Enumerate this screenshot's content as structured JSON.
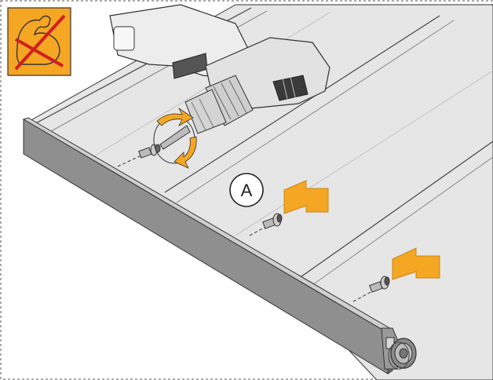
{
  "callout": {
    "label": "A"
  },
  "colors": {
    "accent": "#f5a623",
    "icon_bg": "#f5a623",
    "prohibition_red": "#d11f1f",
    "panel": "#e4e4e4",
    "panel_dark": "#b9b9b9",
    "front_bar": "#8f8f8f",
    "drill_body": "#e8e8e8",
    "drill_dark": "#3a3a3a"
  },
  "icons": {
    "warning_icon": "no-strength-icon",
    "arrows": [
      "orange-arrow-left",
      "orange-arrow-left"
    ],
    "rotation": "rotate-arrow-icon"
  }
}
